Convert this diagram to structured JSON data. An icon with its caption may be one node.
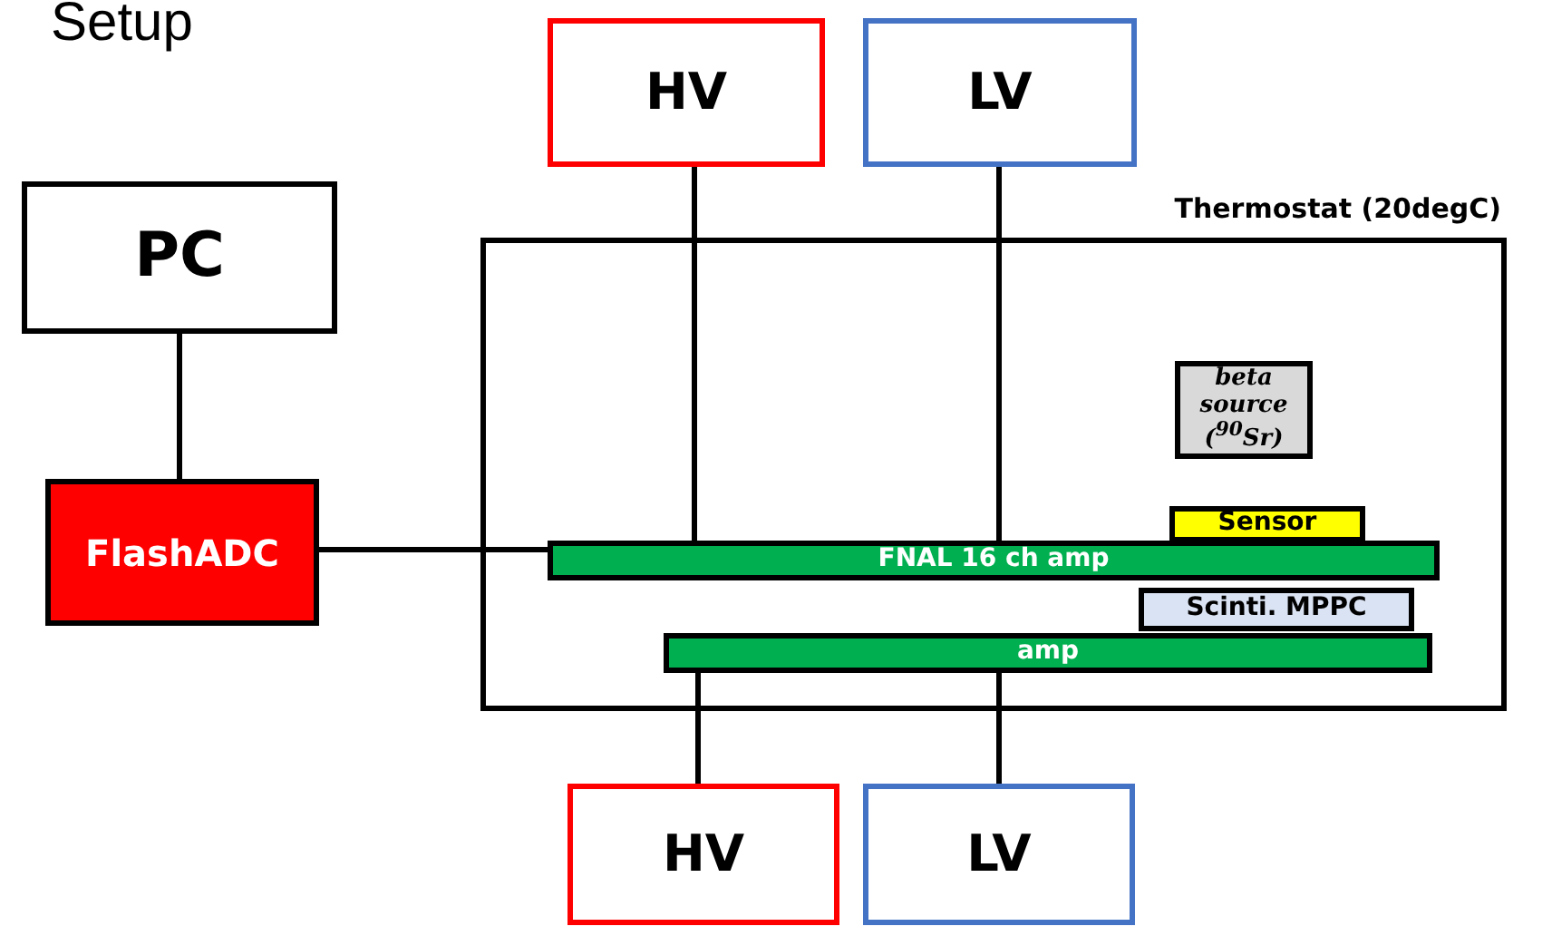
{
  "diagram": {
    "title": "Setup",
    "nodes": [
      {
        "text": [
          "HV"
        ]
      },
      {
        "text": [
          "LV"
        ]
      },
      {
        "text": [
          "PC"
        ]
      },
      {
        "text": [
          "Thermostat (20degC)"
        ]
      },
      {
        "text": [
          "beta source ($^{90}$Sr)"
        ],
        "in": 3
      },
      {
        "text": [
          "Sensor"
        ],
        "in": 3
      },
      {
        "text": [
          "FNAL 16 ch amp"
        ],
        "in": 3
      },
      {
        "text": [
          "Scinti. MPPC"
        ],
        "in": 3
      },
      {
        "text": [
          "amp"
        ],
        "in": 3
      },
      {
        "text": [
          "FlashADC"
        ]
      },
      {
        "text": [
          "HV"
        ]
      },
      {
        "text": [
          "LV"
        ]
      }
    ],
    "edges": [
      {
        "from": 0,
        "to": 6,
        "arrow": "none"
      },
      {
        "from": 1,
        "to": 6,
        "arrow": "none"
      },
      {
        "from": 2,
        "to": 9,
        "arrow": "none"
      },
      {
        "from": 9,
        "to": 6,
        "arrow": "none"
      },
      {
        "from": 8,
        "to": 10,
        "arrow": "none"
      },
      {
        "from": 8,
        "to": 11,
        "arrow": "none"
      }
    ]
  }
}
